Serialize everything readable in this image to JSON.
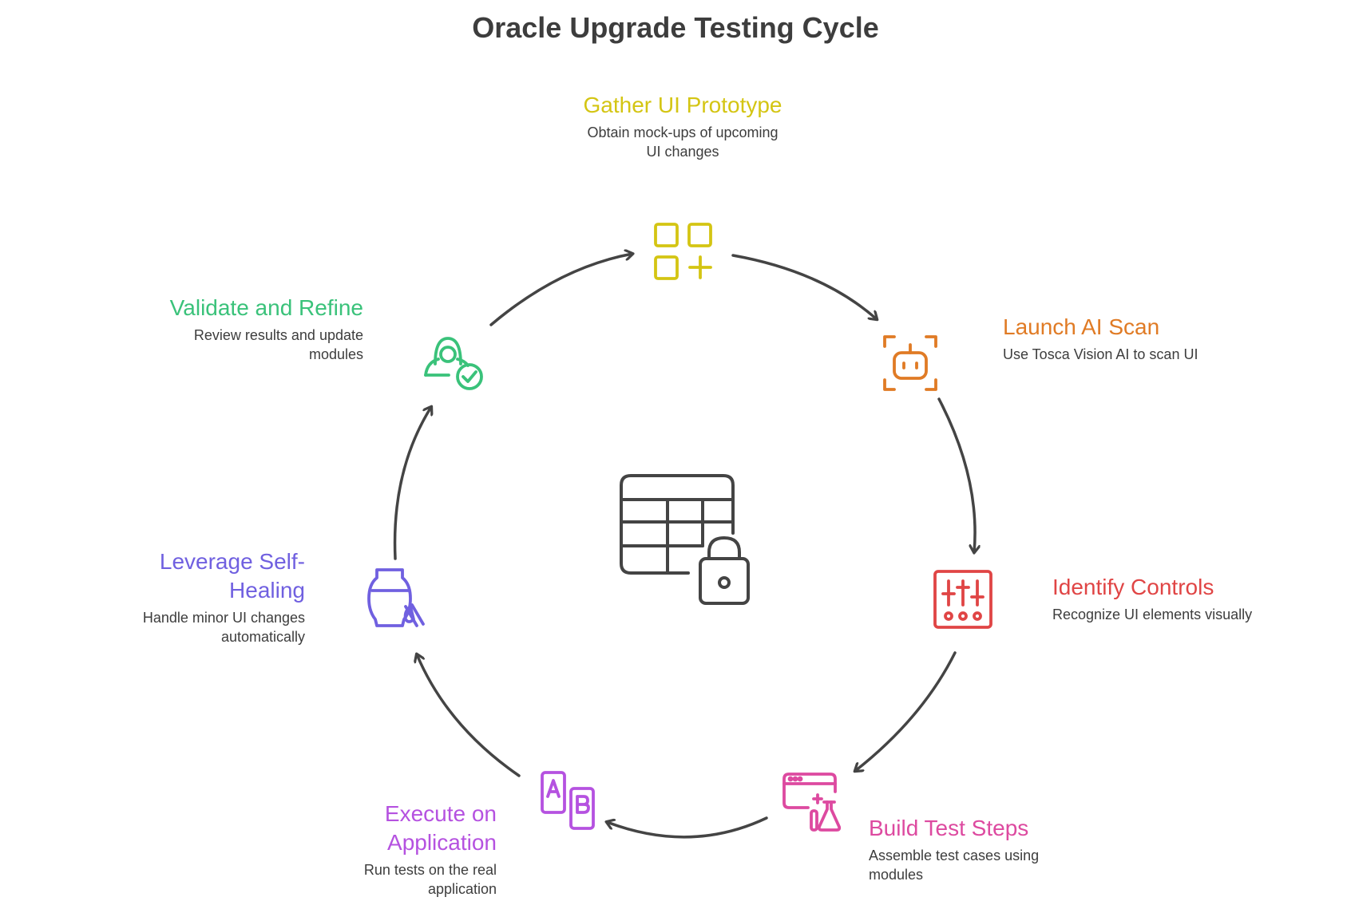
{
  "title": "Oracle Upgrade Testing Cycle",
  "colors": {
    "gather": "#d4c513",
    "launch": "#e07b25",
    "identify": "#e04545",
    "build": "#dd4aa0",
    "execute": "#b552e0",
    "leverage": "#7060e0",
    "validate": "#3ac27a",
    "arrow": "#444444",
    "center": "#444444"
  },
  "center_icon": "table-lock-icon",
  "steps": [
    {
      "id": "gather",
      "title": "Gather UI Prototype",
      "desc": "Obtain mock-ups of upcoming\nUI changes",
      "icon": "apps-add-icon"
    },
    {
      "id": "launch",
      "title": "Launch AI Scan",
      "desc": "Use Tosca Vision AI to scan UI",
      "icon": "robot-scan-icon"
    },
    {
      "id": "identify",
      "title": "Identify Controls",
      "desc": "Recognize UI elements visually",
      "icon": "sliders-icon"
    },
    {
      "id": "build",
      "title": "Build Test Steps",
      "desc": "Assemble test cases using\nmodules",
      "icon": "browser-lab-icon"
    },
    {
      "id": "execute",
      "title": "Execute on\nApplication",
      "desc": "Run tests on the real\napplication",
      "icon": "ab-phones-icon"
    },
    {
      "id": "leverage",
      "title": "Leverage Self-\nHealing",
      "desc": "Handle minor UI changes\nautomatically",
      "icon": "vase-brush-icon"
    },
    {
      "id": "validate",
      "title": "Validate and Refine",
      "desc": "Review results and update\nmodules",
      "icon": "user-check-icon"
    }
  ]
}
